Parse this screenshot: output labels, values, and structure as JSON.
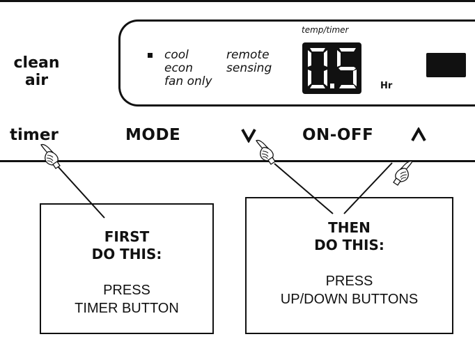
{
  "panel": {
    "brand_line1": "clean",
    "brand_line2": "air",
    "modes": [
      "cool",
      "econ",
      "fan only"
    ],
    "remote_line1": "remote",
    "remote_line2": "sensing",
    "display_label": "temp/timer",
    "display_value": "0.5",
    "display_unit": "Hr"
  },
  "buttons": {
    "timer": "timer",
    "mode": "MODE",
    "down": "V",
    "on_off": "ON-OFF",
    "up": "Λ"
  },
  "callouts": {
    "first": {
      "heading_line1": "FIRST",
      "heading_line2": "DO THIS:",
      "body_line1": "PRESS",
      "body_line2": "TIMER BUTTON"
    },
    "then": {
      "heading_line1": "THEN",
      "heading_line2": "DO THIS:",
      "body_line1": "PRESS",
      "body_line2": "UP/DOWN BUTTONS"
    }
  },
  "icons": {
    "pointer": "pointing-hand-icon",
    "indicator": "mode-indicator-square"
  }
}
